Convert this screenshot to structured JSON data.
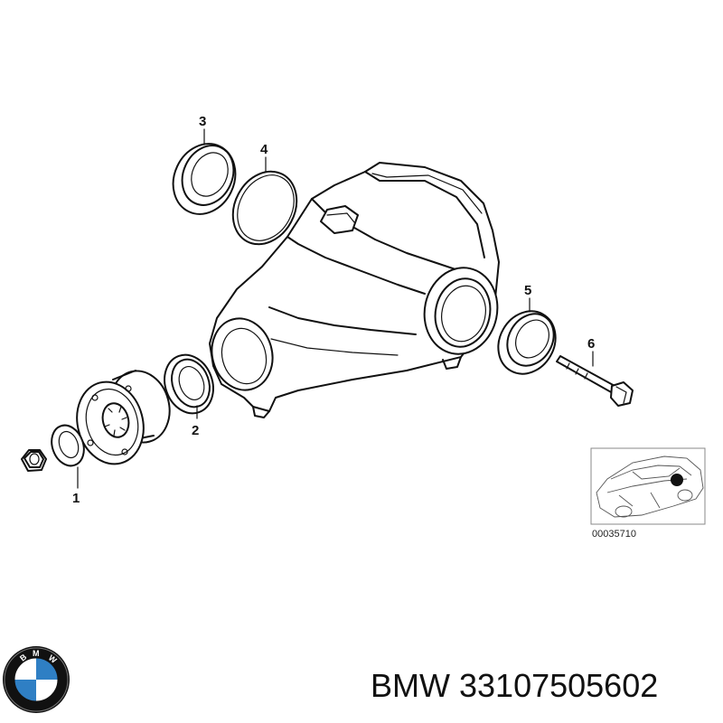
{
  "callouts": [
    {
      "id": "1",
      "label": "1"
    },
    {
      "id": "2",
      "label": "2"
    },
    {
      "id": "3",
      "label": "3"
    },
    {
      "id": "4",
      "label": "4"
    },
    {
      "id": "5",
      "label": "5"
    },
    {
      "id": "6",
      "label": "6"
    }
  ],
  "inset": {
    "reference_code": "00035710"
  },
  "logo": {
    "lettering": "BMW",
    "colors": {
      "outer": "#111111",
      "blue": "#2f7fc4",
      "white": "#ffffff"
    }
  },
  "caption": {
    "brand": "BMW",
    "part_number": "33107505602"
  }
}
